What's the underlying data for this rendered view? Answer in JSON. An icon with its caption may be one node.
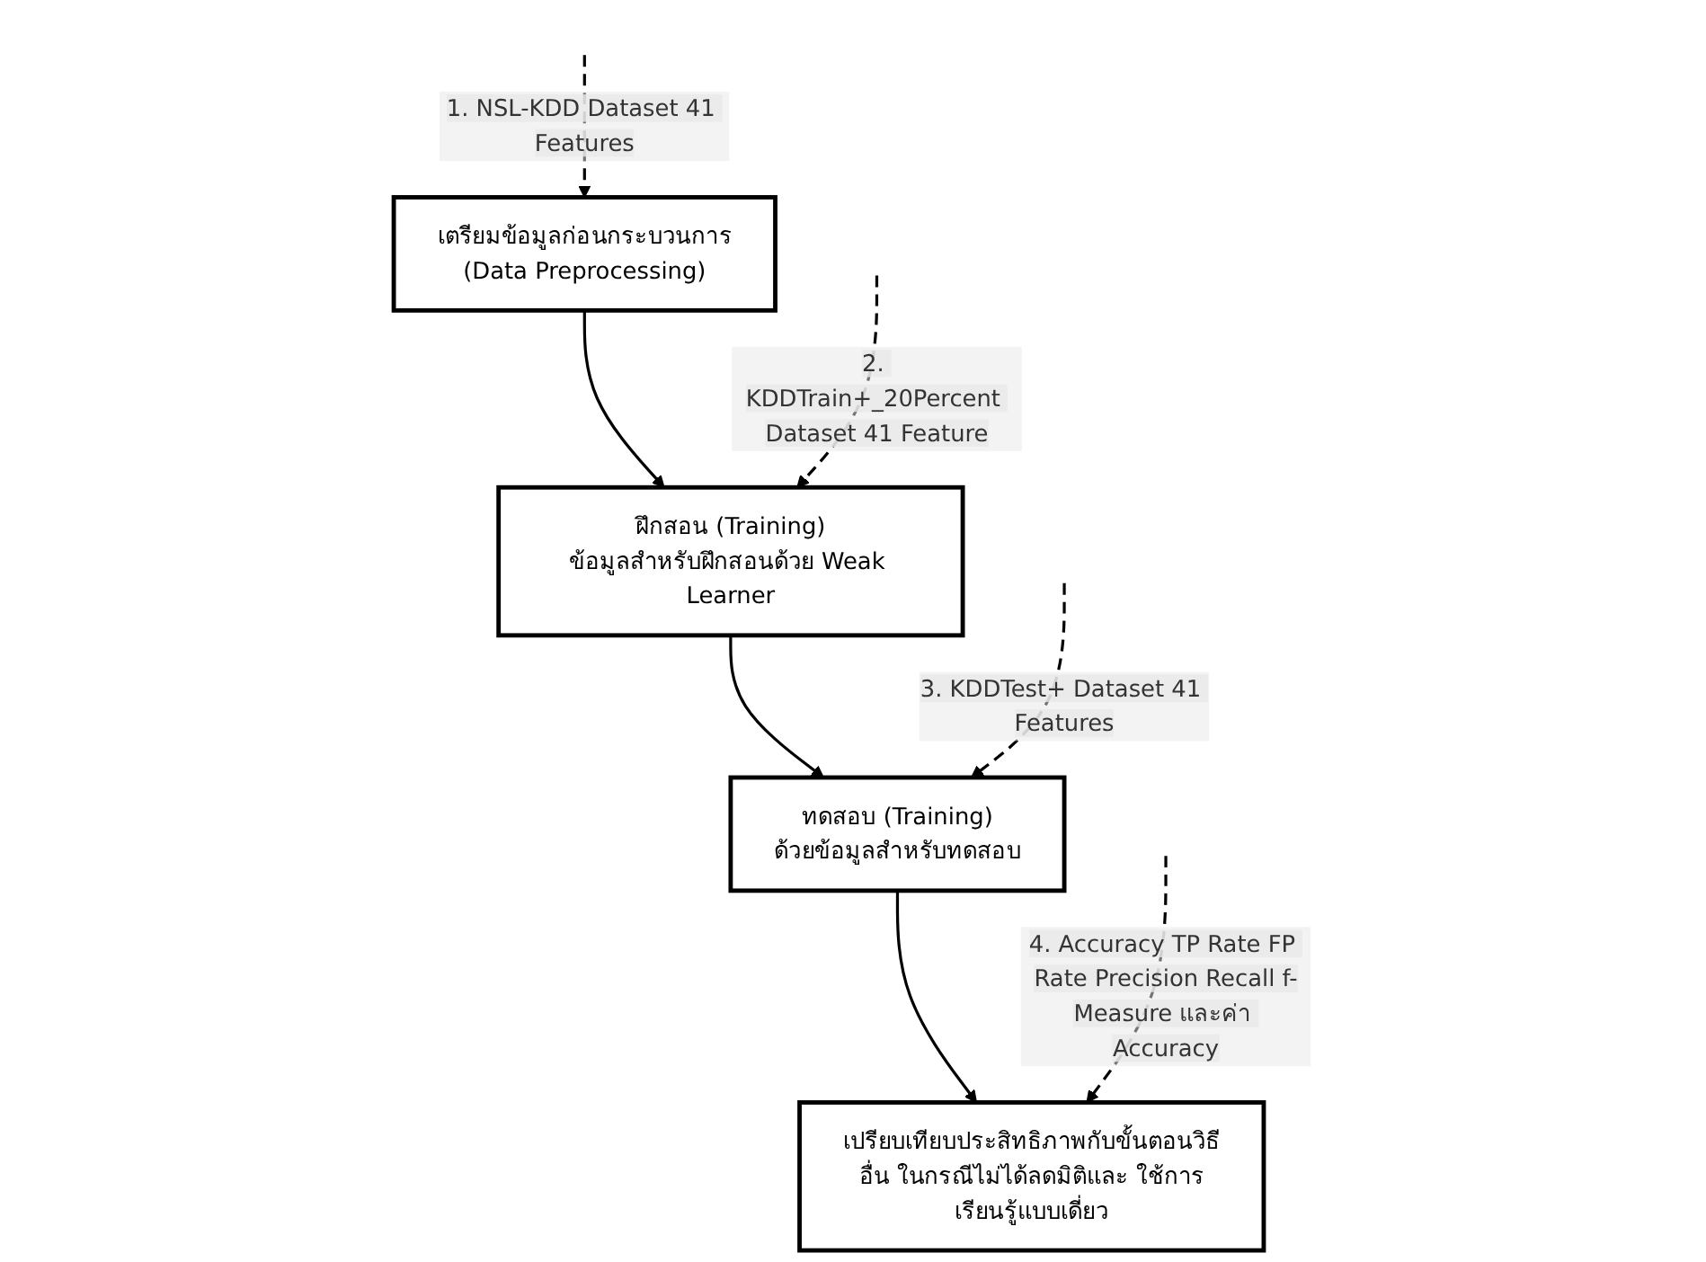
{
  "diagram": {
    "nodes": [
      {
        "text": [
          "เตรียมข้อมูลก่อนกระบวนการ",
          "(Data Preprocessing)"
        ]
      },
      {
        "text": [
          "ฝึกสอน (Training)",
          "ข้อมูลสำหรับฝึกสอนด้วย Weak Learner"
        ]
      },
      {
        "text": [
          "ทดสอบ (Training)",
          "ด้วยข้อมูลสำหรับทดสอบ"
        ]
      },
      {
        "text": [
          "เปรียบเทียบประสิทธิภาพกับขั้นตอนวิธีอื่น ในกรณีไม่ได้ลดมิติและ ใช้การเรียนรู้แบบเดี่ยว"
        ]
      }
    ],
    "edges": [
      {
        "from": null,
        "to": 0,
        "arrow": "to",
        "label": "1. NSL-KDD Dataset 41 Features",
        "style": "dashed"
      },
      {
        "from": 0,
        "to": 1,
        "arrow": "to"
      },
      {
        "from": null,
        "to": 1,
        "arrow": "to",
        "label": "2. KDDTrain+_20Percent Dataset 41 Feature",
        "style": "dashed"
      },
      {
        "from": 1,
        "to": 2,
        "arrow": "to"
      },
      {
        "from": null,
        "to": 2,
        "arrow": "to",
        "label": "3. KDDTest+ Dataset 41 Features",
        "style": "dashed"
      },
      {
        "from": 2,
        "to": 3,
        "arrow": "to"
      },
      {
        "from": null,
        "to": 3,
        "arrow": "to",
        "label": "4. Accuracy TP Rate FP Rate Precision Recall f-Measure และค่า Accuracy",
        "style": "dashed"
      }
    ]
  }
}
